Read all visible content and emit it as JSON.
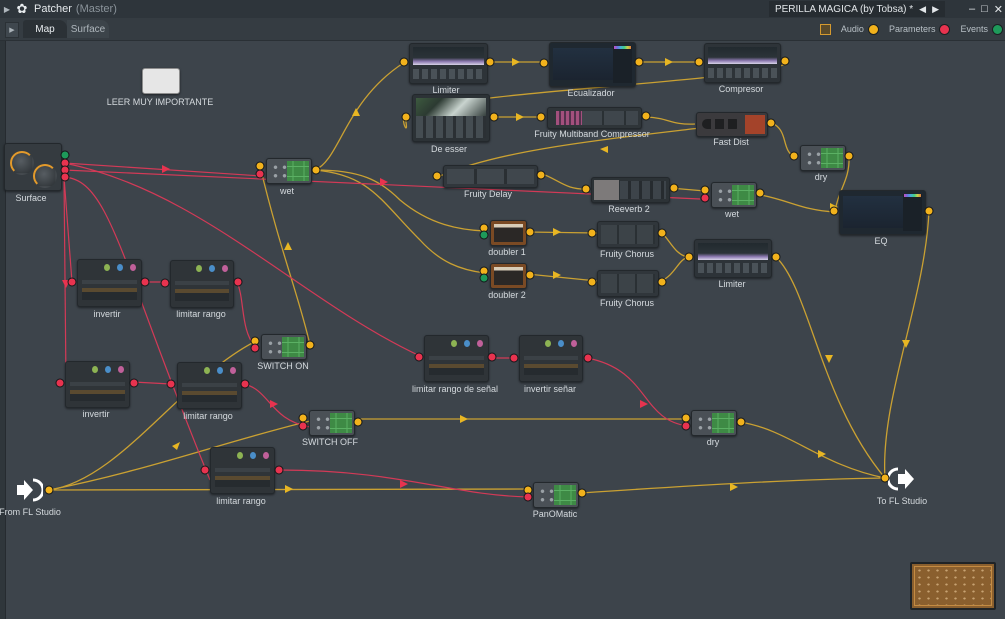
{
  "titlebar": {
    "title": "Patcher",
    "subtitle": "(Master)",
    "project": "PERILLA MAGICA (by Tobsa) *",
    "prev": "◀",
    "next": "▶",
    "minimize": "–",
    "maximize": "□",
    "close": "✕"
  },
  "tabs": [
    {
      "label": "Map",
      "active": true
    },
    {
      "label": "Surface",
      "active": false
    }
  ],
  "legend": {
    "audio": "Audio",
    "parameters": "Parameters",
    "events": "Events",
    "colors": {
      "audio": "#f2b21c",
      "parameters": "#e8334f",
      "events": "#1e9a5a"
    }
  },
  "nodes": {
    "note": "LEER MUY IMPORTANTE",
    "surface": "Surface",
    "from_fl": "From FL Studio",
    "to_fl": "To FL Studio",
    "wet1": "wet",
    "limiter1": "Limiter",
    "ecualizador": "Ecualizador",
    "compresor": "Compresor",
    "de_esser": "De esser",
    "multiband": "Fruity Multiband Compressor",
    "fast_dist": "Fast Dist",
    "dry1": "dry",
    "fruity_delay": "Fruity Delay",
    "reeverb": "Reeverb 2",
    "wet2": "wet",
    "eq": "EQ",
    "doubler1": "doubler 1",
    "doubler2": "doubler 2",
    "chorus1": "Fruity Chorus",
    "chorus2": "Fruity Chorus",
    "limiter2": "Limiter",
    "invertir1": "invertir",
    "limitar1": "limitar rango",
    "switch_on": "SWITCH ON",
    "limitar_senal": "limitar rango de señal",
    "invertir_senal": "invertir señar",
    "invertir2": "invertir",
    "limitar2": "limitar rango",
    "switch_off": "SWITCH OFF",
    "dry2": "dry",
    "limitar3": "limitar rango",
    "panomatic": "PanOMatic"
  }
}
